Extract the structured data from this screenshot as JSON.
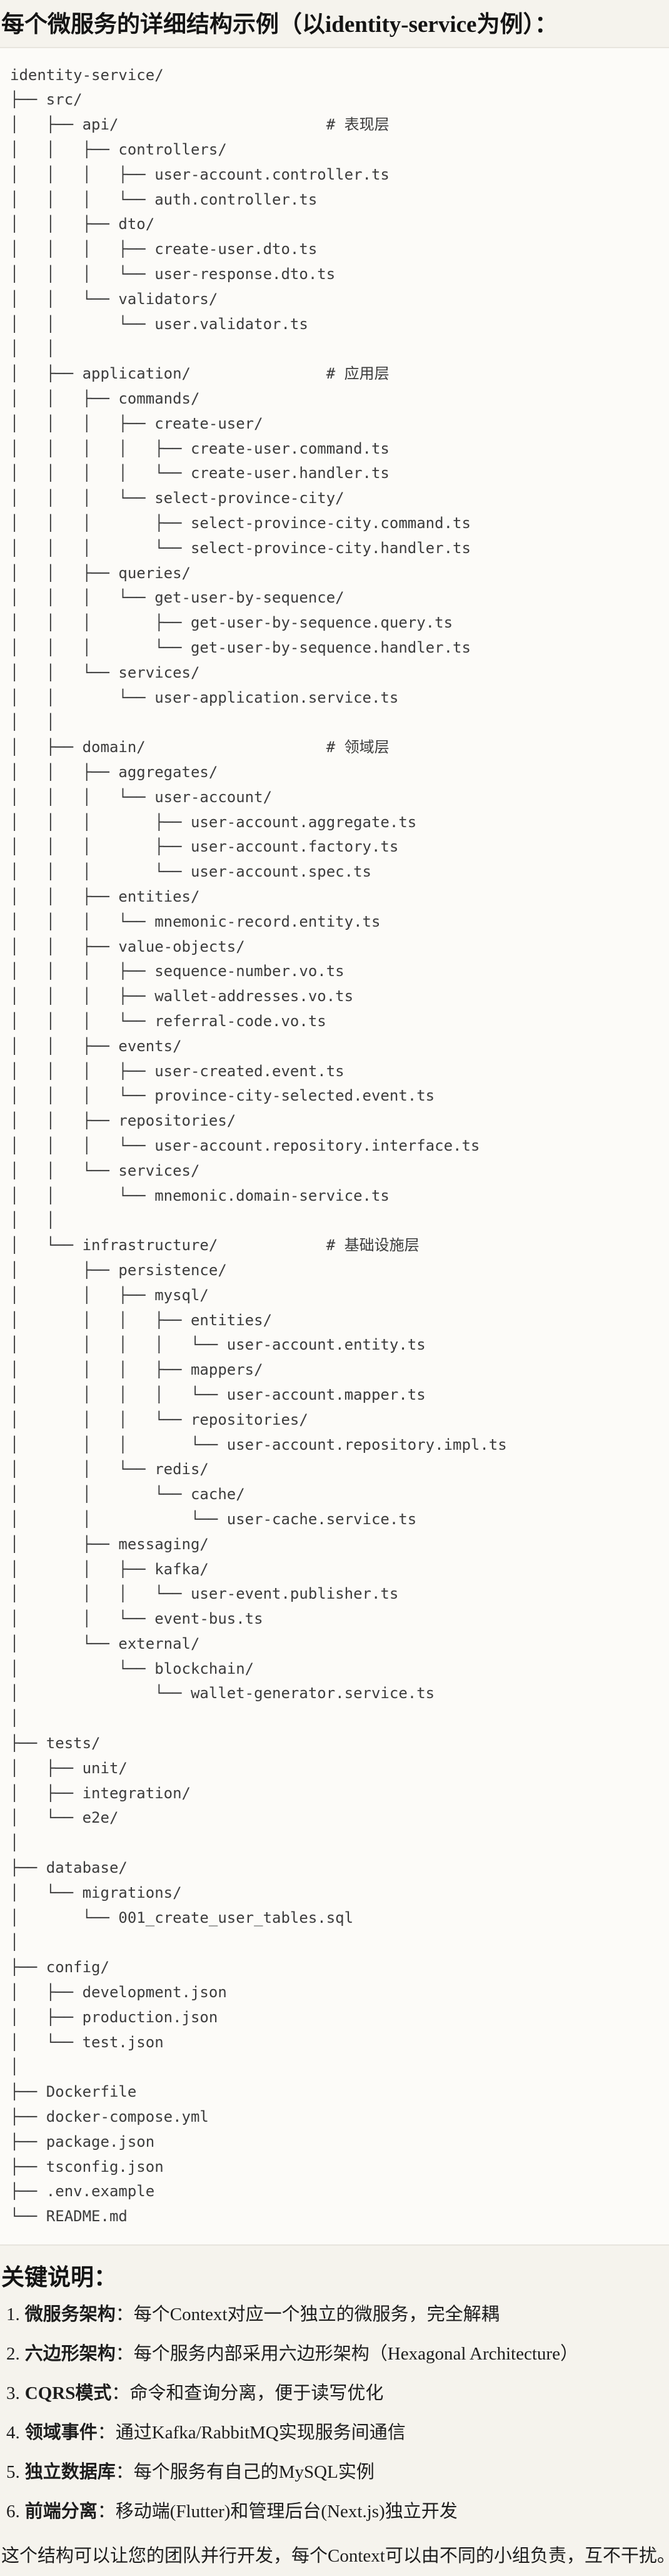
{
  "title": "每个微服务的详细结构示例（以identity-service为例）：",
  "tree": {
    "lines": [
      "identity-service/",
      "├── src/",
      "│   ├── api/                       # 表现层",
      "│   │   ├── controllers/",
      "│   │   │   ├── user-account.controller.ts",
      "│   │   │   └── auth.controller.ts",
      "│   │   ├── dto/",
      "│   │   │   ├── create-user.dto.ts",
      "│   │   │   └── user-response.dto.ts",
      "│   │   └── validators/",
      "│   │       └── user.validator.ts",
      "│   │",
      "│   ├── application/               # 应用层",
      "│   │   ├── commands/",
      "│   │   │   ├── create-user/",
      "│   │   │   │   ├── create-user.command.ts",
      "│   │   │   │   └── create-user.handler.ts",
      "│   │   │   └── select-province-city/",
      "│   │   │       ├── select-province-city.command.ts",
      "│   │   │       └── select-province-city.handler.ts",
      "│   │   ├── queries/",
      "│   │   │   └── get-user-by-sequence/",
      "│   │   │       ├── get-user-by-sequence.query.ts",
      "│   │   │       └── get-user-by-sequence.handler.ts",
      "│   │   └── services/",
      "│   │       └── user-application.service.ts",
      "│   │",
      "│   ├── domain/                    # 领域层",
      "│   │   ├── aggregates/",
      "│   │   │   └── user-account/",
      "│   │   │       ├── user-account.aggregate.ts",
      "│   │   │       ├── user-account.factory.ts",
      "│   │   │       └── user-account.spec.ts",
      "│   │   ├── entities/",
      "│   │   │   └── mnemonic-record.entity.ts",
      "│   │   ├── value-objects/",
      "│   │   │   ├── sequence-number.vo.ts",
      "│   │   │   ├── wallet-addresses.vo.ts",
      "│   │   │   └── referral-code.vo.ts",
      "│   │   ├── events/",
      "│   │   │   ├── user-created.event.ts",
      "│   │   │   └── province-city-selected.event.ts",
      "│   │   ├── repositories/",
      "│   │   │   └── user-account.repository.interface.ts",
      "│   │   └── services/",
      "│   │       └── mnemonic.domain-service.ts",
      "│   │",
      "│   └── infrastructure/            # 基础设施层",
      "│       ├── persistence/",
      "│       │   ├── mysql/",
      "│       │   │   ├── entities/",
      "│       │   │   │   └── user-account.entity.ts",
      "│       │   │   ├── mappers/",
      "│       │   │   │   └── user-account.mapper.ts",
      "│       │   │   └── repositories/",
      "│       │   │       └── user-account.repository.impl.ts",
      "│       │   └── redis/",
      "│       │       └── cache/",
      "│       │           └── user-cache.service.ts",
      "│       ├── messaging/",
      "│       │   ├── kafka/",
      "│       │   │   └── user-event.publisher.ts",
      "│       │   └── event-bus.ts",
      "│       └── external/",
      "│           └── blockchain/",
      "│               └── wallet-generator.service.ts",
      "│",
      "├── tests/",
      "│   ├── unit/",
      "│   ├── integration/",
      "│   └── e2e/",
      "│",
      "├── database/",
      "│   └── migrations/",
      "│       └── 001_create_user_tables.sql",
      "│",
      "├── config/",
      "│   ├── development.json",
      "│   ├── production.json",
      "│   └── test.json",
      "│",
      "├── Dockerfile",
      "├── docker-compose.yml",
      "├── package.json",
      "├── tsconfig.json",
      "├── .env.example",
      "└── README.md"
    ]
  },
  "notes": {
    "heading": "关键说明：",
    "items": [
      {
        "num": "1.",
        "term": "微服务架构",
        "rest": "：每个Context对应一个独立的微服务，完全解耦"
      },
      {
        "num": "2.",
        "term": "六边形架构",
        "rest": "：每个服务内部采用六边形架构（Hexagonal Architecture）"
      },
      {
        "num": "3.",
        "term": "CQRS模式",
        "rest": "：命令和查询分离，便于读写优化"
      },
      {
        "num": "4.",
        "term": "领域事件",
        "rest": "：通过Kafka/RabbitMQ实现服务间通信"
      },
      {
        "num": "5.",
        "term": "独立数据库",
        "rest": "：每个服务有自己的MySQL实例"
      },
      {
        "num": "6.",
        "term": "前端分离",
        "rest": "：移动端(Flutter)和管理后台(Next.js)独立开发"
      }
    ],
    "footer": "这个结构可以让您的团队并行开发，每个Context可以由不同的小组负责，互不干扰。"
  },
  "colors": {
    "page_background": "#f5f3ed",
    "code_background": "#fcfbf8",
    "code_border": "#e8e5de",
    "heading_text": "#141414",
    "body_text": "#1d1d1d",
    "tree_text": "#3c3c3c"
  }
}
